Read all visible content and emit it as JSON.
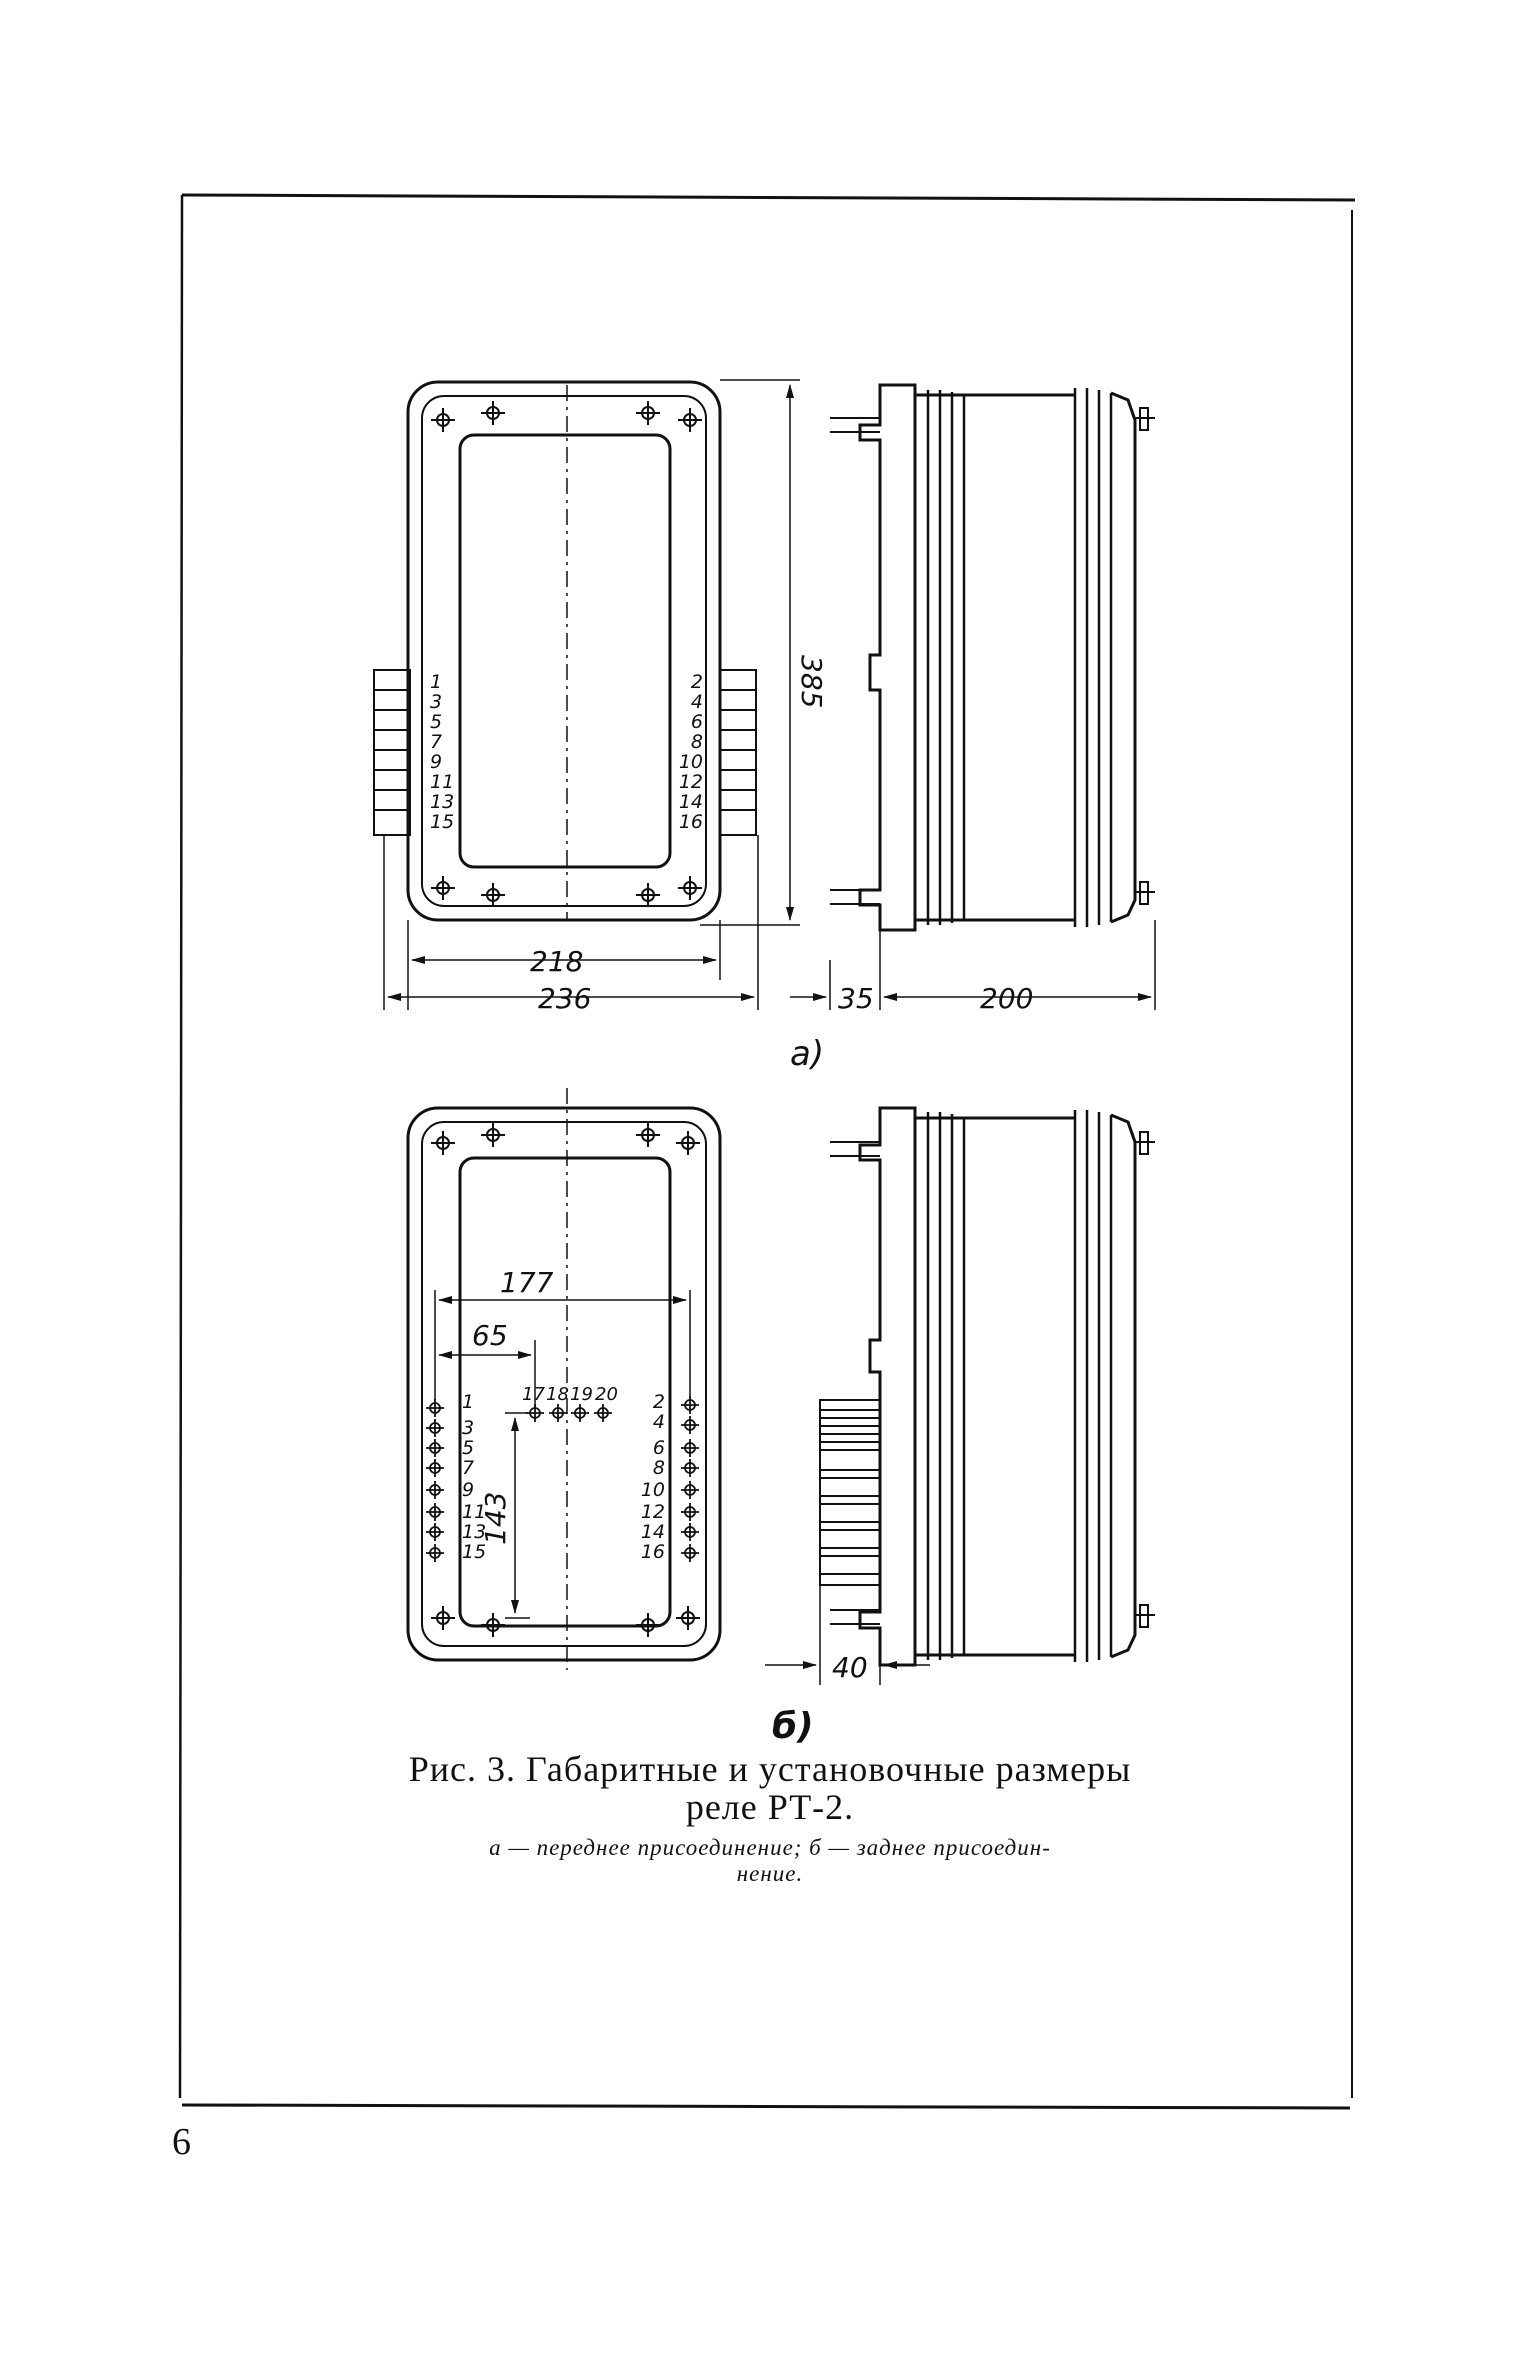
{
  "figure": {
    "label_a": "а)",
    "label_b": "б)",
    "caption_line1": "Рис. 3. Габаритные и установочные размеры",
    "caption_line2": "реле РТ-2.",
    "subcaption_line1": "а — переднее присоединение; б — заднее присоедин-",
    "subcaption_line2": "нение."
  },
  "dimensions_a": {
    "height": "385",
    "inner_width": "218",
    "outer_width": "236",
    "flange": "35",
    "depth": "200"
  },
  "dimensions_b": {
    "hole_span": "177",
    "offset": "65",
    "vertical": "143",
    "rear": "40"
  },
  "terminals_a": {
    "left": [
      "1",
      "3",
      "5",
      "7",
      "9",
      "11",
      "13",
      "15"
    ],
    "right": [
      "2",
      "4",
      "6",
      "8",
      "10",
      "12",
      "14",
      "16"
    ]
  },
  "terminals_b": {
    "left": [
      "1",
      "3",
      "5",
      "7",
      "9",
      "11",
      "13",
      "15"
    ],
    "right": [
      "2",
      "4",
      "6",
      "8",
      "10",
      "12",
      "14",
      "16"
    ],
    "top": [
      "17",
      "18",
      "19",
      "20"
    ]
  },
  "page_number": "6"
}
